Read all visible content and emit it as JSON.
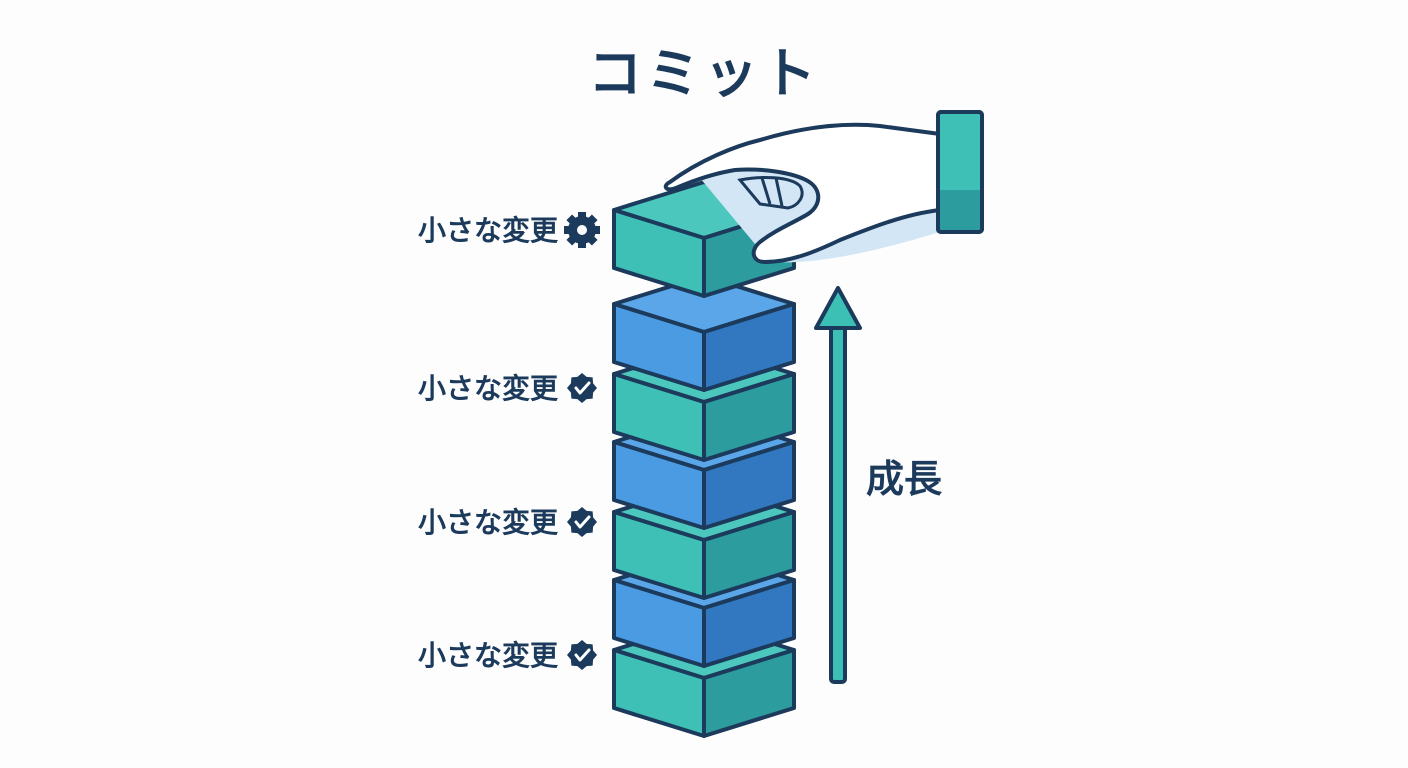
{
  "title": "コミット",
  "growth_label": "成長",
  "labels": [
    {
      "text": "小さな変更",
      "icon": "gear-icon"
    },
    {
      "text": "小さな変更",
      "icon": "check-badge-icon"
    },
    {
      "text": "小さな変更",
      "icon": "check-badge-icon"
    },
    {
      "text": "小さな変更",
      "icon": "check-badge-icon"
    }
  ],
  "blocks": [
    {
      "color": "teal",
      "state": "being-placed"
    },
    {
      "color": "blue"
    },
    {
      "color": "teal"
    },
    {
      "color": "blue"
    },
    {
      "color": "teal"
    },
    {
      "color": "blue"
    },
    {
      "color": "teal"
    }
  ],
  "colors": {
    "outline": "#1b3a5c",
    "teal_top": "#4cc7bd",
    "teal_left": "#3ec0b6",
    "teal_right": "#2c9c9f",
    "blue_top": "#5aa6e8",
    "blue_left": "#4b9be3",
    "blue_right": "#3278c0",
    "arrow": "#3cbfb5",
    "hand_fill": "#ffffff",
    "hand_shadow": "#d3e6f6",
    "cuff": "#3ec0b6",
    "cuff_shade": "#2c9c9f"
  }
}
